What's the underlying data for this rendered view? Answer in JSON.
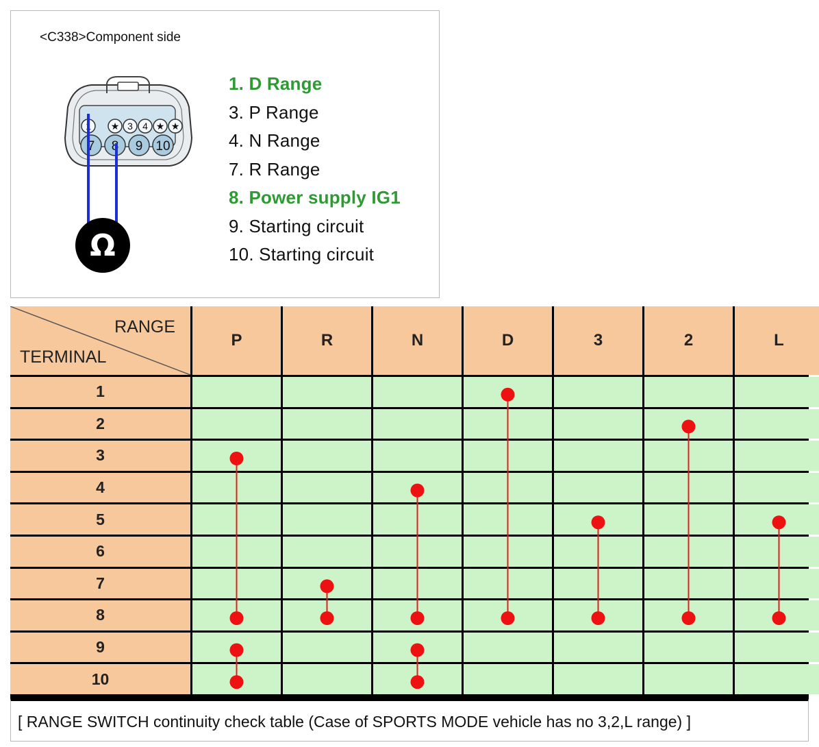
{
  "connector": {
    "title": "<C338>Component side",
    "pins_top": [
      "1",
      "★",
      "3",
      "4",
      "★",
      "★"
    ],
    "pins_bottom": [
      "7",
      "8",
      "9",
      "10"
    ],
    "meter_symbol": "Ω",
    "wire_color": "#1c2fd6",
    "legend": [
      {
        "text": "1. D Range",
        "highlight": true
      },
      {
        "text": "3. P Range",
        "highlight": false
      },
      {
        "text": "4. N Range",
        "highlight": false
      },
      {
        "text": "7. R Range",
        "highlight": false
      },
      {
        "text": "8. Power supply IG1",
        "highlight": true
      },
      {
        "text": "9. Starting circuit",
        "highlight": false
      },
      {
        "text": "10. Starting circuit",
        "highlight": false
      }
    ],
    "highlight_color": "#2e9a33"
  },
  "table": {
    "corner_range": "RANGE",
    "corner_terminal": "TERMINAL",
    "caption": "[ RANGE SWITCH continuity check table (Case of SPORTS MODE vehicle has no 3,2,L range) ]",
    "header_color": "#f8c89d",
    "body_color": "#cdf4c9"
  },
  "chart_data": {
    "type": "table",
    "columns": [
      "P",
      "R",
      "N",
      "D",
      "3",
      "2",
      "L"
    ],
    "rows": [
      "1",
      "2",
      "3",
      "4",
      "5",
      "6",
      "7",
      "8",
      "9",
      "10"
    ],
    "continuity": [
      {
        "column": "P",
        "groups": [
          [
            "3",
            "8"
          ],
          [
            "9",
            "10"
          ]
        ]
      },
      {
        "column": "R",
        "groups": [
          [
            "7",
            "8"
          ]
        ]
      },
      {
        "column": "N",
        "groups": [
          [
            "4",
            "8"
          ],
          [
            "9",
            "10"
          ]
        ]
      },
      {
        "column": "D",
        "groups": [
          [
            "1",
            "8"
          ]
        ]
      },
      {
        "column": "3",
        "groups": [
          [
            "5",
            "8"
          ]
        ]
      },
      {
        "column": "2",
        "groups": [
          [
            "2",
            "8"
          ]
        ]
      },
      {
        "column": "L",
        "groups": [
          [
            "5",
            "8"
          ]
        ]
      }
    ],
    "dot_color": "#ee1111",
    "line_color": "#e02020"
  }
}
